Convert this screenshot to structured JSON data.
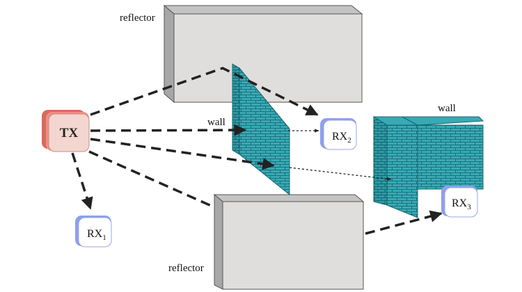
{
  "labels": {
    "reflector_top": "reflector",
    "reflector_bottom": "reflector",
    "wall_center": "wall",
    "wall_right": "wall"
  },
  "nodes": {
    "tx": "TX",
    "rx1": {
      "base": "RX",
      "sub": "1"
    },
    "rx2": {
      "base": "RX",
      "sub": "2"
    },
    "rx3": {
      "base": "RX",
      "sub": "3"
    }
  },
  "colors": {
    "reflector_front": "#e0dedd",
    "reflector_side": "#a7a7a7",
    "reflector_top": "#c4c4c4",
    "wall_brick": "#3aa9b4",
    "tx_fill": "#f4d6d0",
    "tx_shadow": "#d9695f",
    "rx_fill": "#ffffff",
    "rx_shadow": "#8d9ff0",
    "path": "#222222"
  }
}
